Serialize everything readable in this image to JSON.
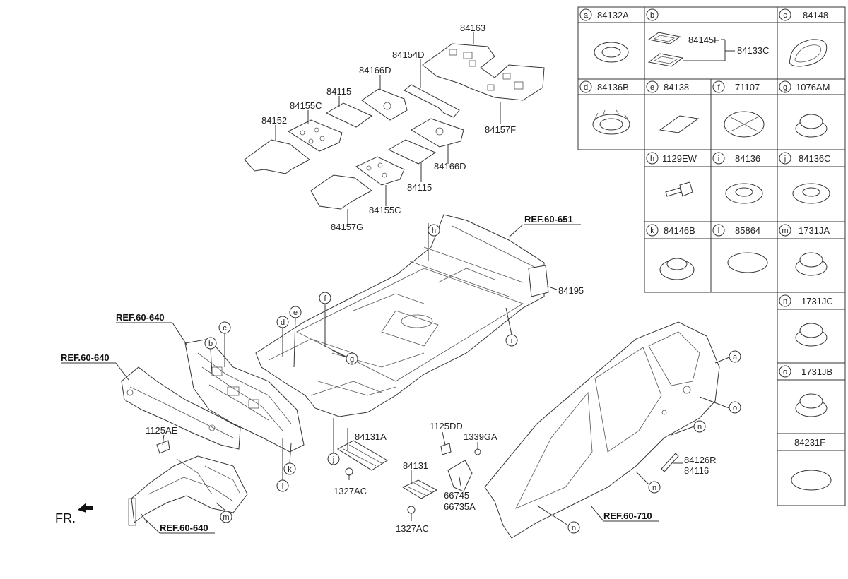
{
  "callouts": {
    "p84163": "84163",
    "p84154D": "84154D",
    "p84166D_top": "84166D",
    "p84115_top": "84115",
    "p84155C_top": "84155C",
    "p84152": "84152",
    "p84157F": "84157F",
    "p84166D_mid": "84166D",
    "p84115_mid": "84115",
    "p84155C_mid": "84155C",
    "p84157G": "84157G",
    "p84195": "84195",
    "p1125AE": "1125AE",
    "p84131A": "84131A",
    "p1327AC_a": "1327AC",
    "p1125DD": "1125DD",
    "p1339GA": "1339GA",
    "p84131": "84131",
    "p66745": "66745",
    "p66735A": "66735A",
    "p1327AC_b": "1327AC",
    "p84126R": "84126R",
    "p84116": "84116"
  },
  "references": {
    "ref_60_651": "REF.60-651",
    "ref_60_640_a": "REF.60-640",
    "ref_60_640_b": "REF.60-640",
    "ref_60_640_c": "REF.60-640",
    "ref_60_710": "REF.60-710"
  },
  "front_marker": "FR.",
  "letters": {
    "a": "a",
    "b": "b",
    "c": "c",
    "d": "d",
    "e": "e",
    "f": "f",
    "g": "g",
    "h": "h",
    "i": "i",
    "j": "j",
    "k": "k",
    "l": "l",
    "m": "m",
    "n": "n",
    "o": "o"
  },
  "table": {
    "a": "84132A",
    "b_top": "84145F",
    "b_side": "84133C",
    "c": "84148",
    "d": "84136B",
    "e": "84138",
    "f": "71107",
    "g": "1076AM",
    "h": "1129EW",
    "i": "84136",
    "j": "84136C",
    "k": "84146B",
    "l": "85864",
    "m": "1731JA",
    "n": "1731JC",
    "o": "1731JB",
    "extra": "84231F"
  }
}
